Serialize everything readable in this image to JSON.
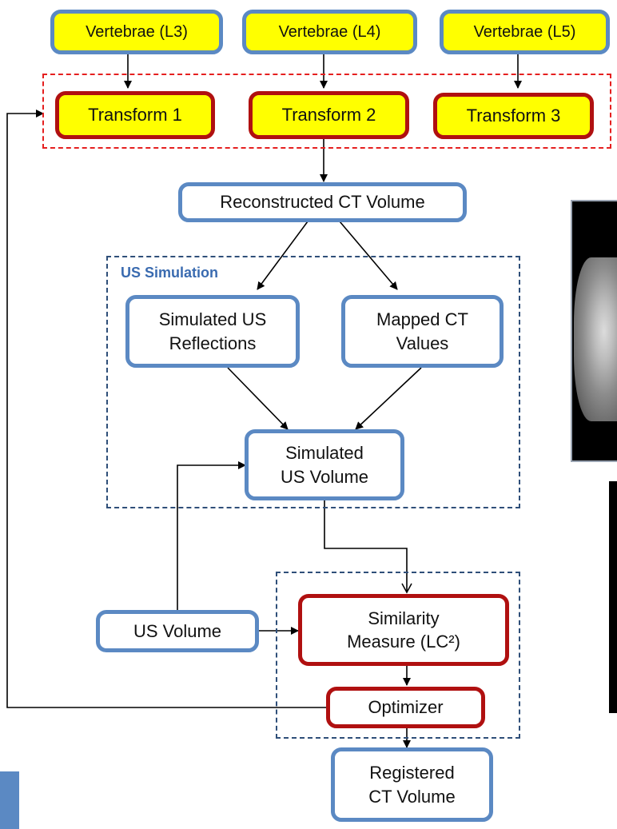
{
  "vertebrae": [
    "Vertebrae (L3)",
    "Vertebrae (L4)",
    "Vertebrae (L5)"
  ],
  "transforms": [
    "Transform 1",
    "Transform 2",
    "Transform 3"
  ],
  "reconstructed": "Reconstructed CT Volume",
  "us_simulation": {
    "label": "US Simulation",
    "reflections": "Simulated US\nReflections",
    "mapped": "Mapped CT\nValues",
    "simulated_volume": "Simulated\nUS Volume"
  },
  "us_volume": "US Volume",
  "similarity": "Similarity\nMeasure (LC²)",
  "optimizer": "Optimizer",
  "registered": "Registered\nCT Volume",
  "colors": {
    "blue_border": "#5b89c3",
    "red_border": "#b01010",
    "yellow_fill": "#ffff00",
    "red_dash": "#e52020",
    "blue_dash": "#2f4f79"
  }
}
